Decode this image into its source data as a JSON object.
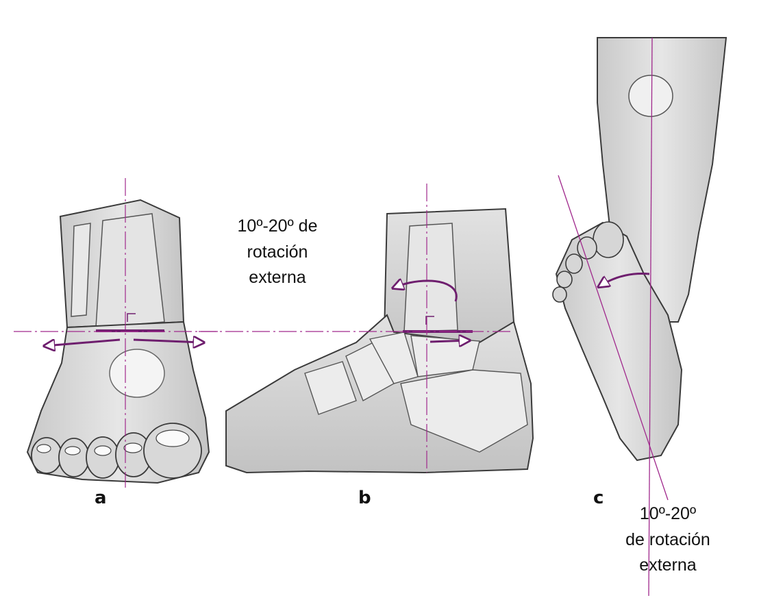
{
  "panels": {
    "a": {
      "label": "a"
    },
    "b": {
      "label": "b"
    },
    "c": {
      "label": "c"
    }
  },
  "annotation_b": {
    "line1": "10º-20º de",
    "line2": "rotación",
    "line3": "externa"
  },
  "annotation_c": {
    "line1": "10º-20º",
    "line2": "de rotación",
    "line3": "externa"
  },
  "colors": {
    "guide_line": "#a0288c",
    "arrow_stroke": "#6e1e6e",
    "outline": "#3a3a3a",
    "skin": "#dcdcdc",
    "skin_shadow": "#bdbdbd"
  }
}
